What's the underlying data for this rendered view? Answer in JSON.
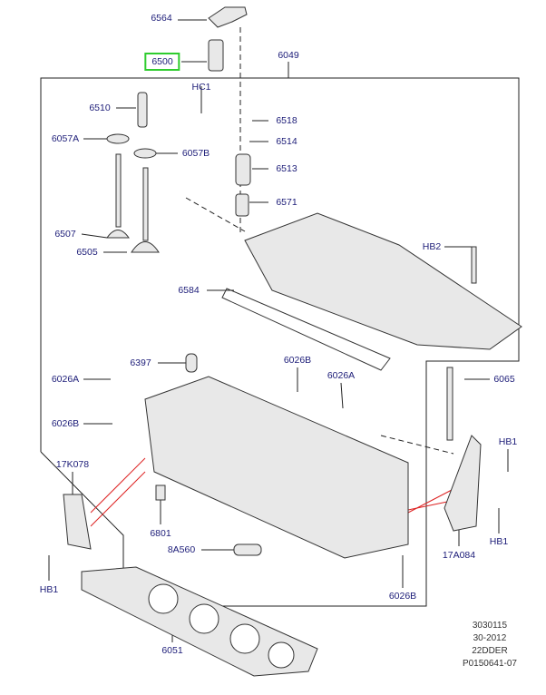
{
  "highlight_color": "#2ecc2e",
  "label_color": "#1c1c78",
  "parts": {
    "p6564": "6564",
    "p6500": "6500",
    "p6049": "6049",
    "hc1": "HC1",
    "p6510": "6510",
    "p6518": "6518",
    "p6057a": "6057A",
    "p6514": "6514",
    "p6057b": "6057B",
    "p6513": "6513",
    "p6571": "6571",
    "p6507": "6507",
    "p6505": "6505",
    "hb2": "HB2",
    "p6584": "6584",
    "p6397": "6397",
    "p6026b_1": "6026B",
    "p6026a_1": "6026A",
    "p6026a_2": "6026A",
    "p6065": "6065",
    "p6026b_2": "6026B",
    "hb1_1": "HB1",
    "p17k078": "17K078",
    "p6801": "6801",
    "hb1_2": "HB1",
    "p8a560": "8A560",
    "p17a084": "17A084",
    "hb1_3": "HB1",
    "p6026b_3": "6026B",
    "p6051": "6051"
  },
  "reference": [
    "3030115",
    "30-2012",
    "22DDER",
    "P0150641-07"
  ]
}
